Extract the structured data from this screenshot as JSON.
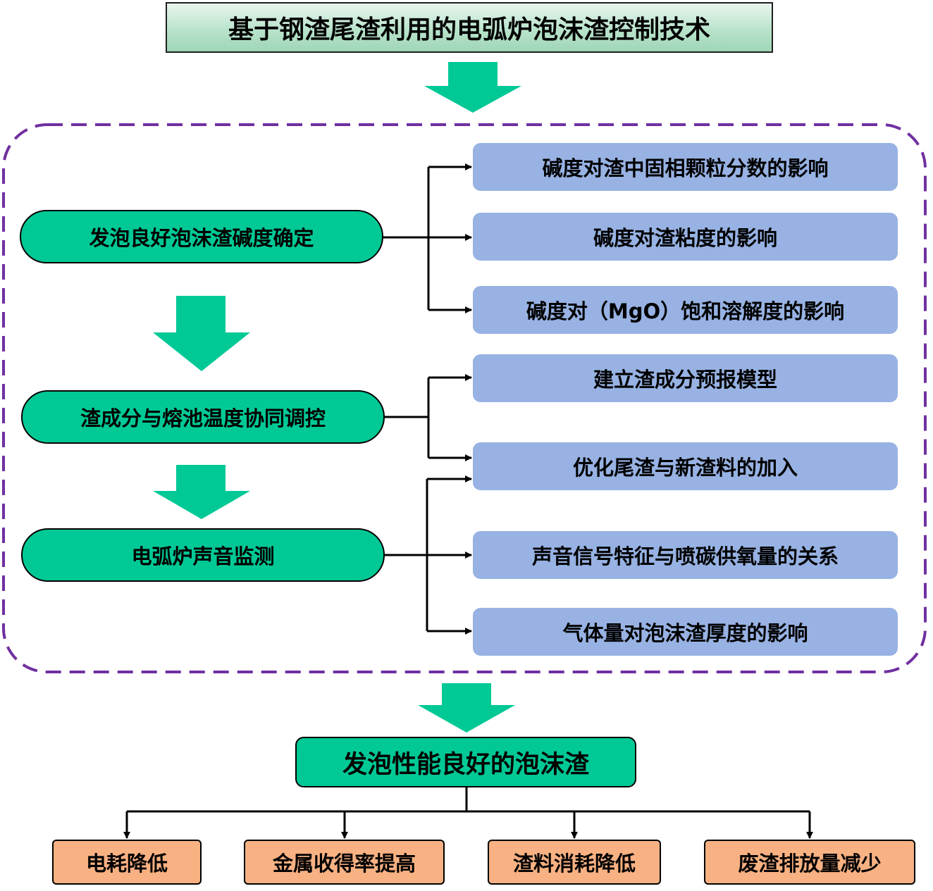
{
  "title": "基于钢渣尾渣利用的电弧炉泡沫渣控制技术",
  "stages": [
    {
      "label": "发泡良好泡沫渣碱度确定",
      "items": [
        "碱度对渣中固相颗粒分数的影响",
        "碱度对渣粘度的影响",
        "碱度对（MgO）饱和溶解度的影响"
      ]
    },
    {
      "label": "渣成分与熔池温度协同调控",
      "items": [
        "建立渣成分预报模型",
        "优化尾渣与新渣料的加入"
      ]
    },
    {
      "label": "电弧炉声音监测",
      "items": [
        "声音信号特征与喷碳供氧量的关系",
        "气体量对泡沫渣厚度的影响"
      ]
    }
  ],
  "result": "发泡性能良好的泡沫渣",
  "benefits": [
    "电耗降低",
    "金属收得率提高",
    "渣料消耗降低",
    "废渣排放量减少"
  ],
  "colors": {
    "accent_green": "#00c996",
    "box_blue": "#97b2e3",
    "box_orange": "#f8b182",
    "dashed_purple": "#7030a0",
    "title_green": "#b9e3cb"
  }
}
